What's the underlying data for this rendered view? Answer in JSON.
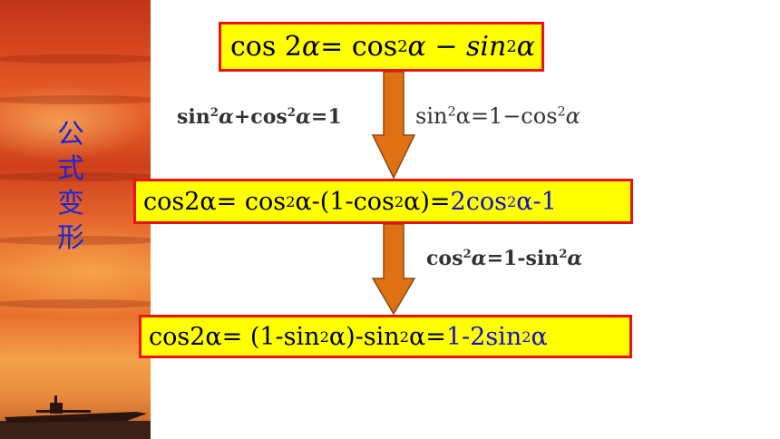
{
  "sidebar": {
    "title_chars": [
      "公",
      "式",
      "变",
      "形"
    ]
  },
  "formula_1": {
    "left": "cos 2",
    "alpha": "α",
    "eq": " = cos",
    "sq1": "2",
    "mid": " α − sin",
    "sq2": "2",
    "end": " α"
  },
  "annotation_1_left": {
    "a": "sin",
    "sq1": "2",
    "b": "α",
    "c": "+cos",
    "sq2": "2",
    "d": "α",
    "e": "=1"
  },
  "annotation_1_right": {
    "a": "sin",
    "sq1": "2",
    "b": "α=1−cos",
    "sq2": "2",
    "c": "α"
  },
  "formula_2": {
    "a": "cos2α= cos",
    "sq1": "2",
    "b": "α-(1-cos",
    "sq2": "2",
    "c": "α)=",
    "result_a": "2cos",
    "sq3": "2",
    "result_b": "α-1"
  },
  "annotation_2": {
    "a": "cos",
    "sq1": "2",
    "b": "α",
    "c": "=1-sin",
    "sq2": "2",
    "d": "α"
  },
  "formula_3": {
    "a": "cos2α= (1-sin",
    "sq1": "2",
    "b": "α)-sin",
    "sq2": "2",
    "c": "α=",
    "result_a": "1-2sin",
    "sq3": "2",
    "result_b": "α"
  },
  "colors": {
    "box_fill": "#ffff00",
    "box_border": "#ee1111",
    "arrow": "#e07014",
    "result_text": "#1010d0",
    "sidebar_text": "#1a28d8"
  }
}
